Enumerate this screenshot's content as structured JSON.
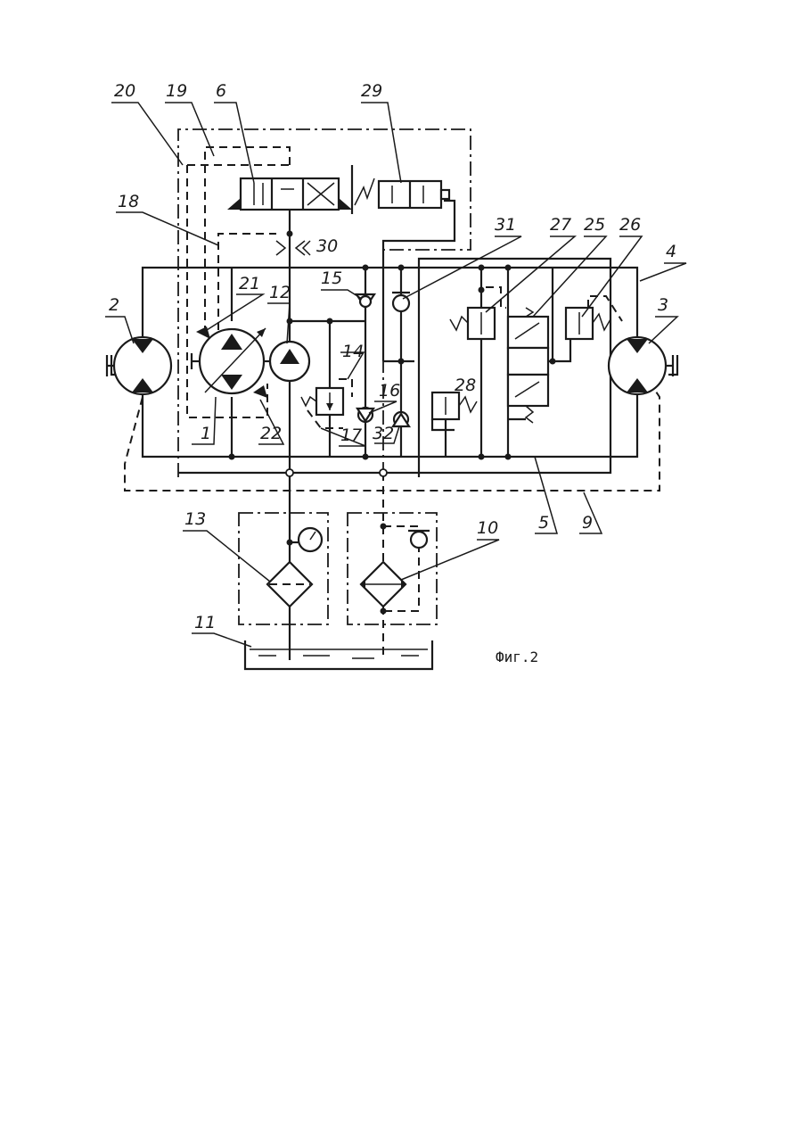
{
  "figure": {
    "caption": "Фиг.2",
    "labels": {
      "l1": "1",
      "l2": "2",
      "l3": "3",
      "l4": "4",
      "l5": "5",
      "l6": "6",
      "l9": "9",
      "l10": "10",
      "l11": "11",
      "l12": "12",
      "l13": "13",
      "l14": "14",
      "l15": "15",
      "l16": "16",
      "l17": "17",
      "l18": "18",
      "l19": "19",
      "l20": "20",
      "l21": "21",
      "l22": "22",
      "l25": "25",
      "l26": "26",
      "l27": "27",
      "l28": "28",
      "l29": "29",
      "l30": "30",
      "l31": "31",
      "l32": "32"
    }
  }
}
